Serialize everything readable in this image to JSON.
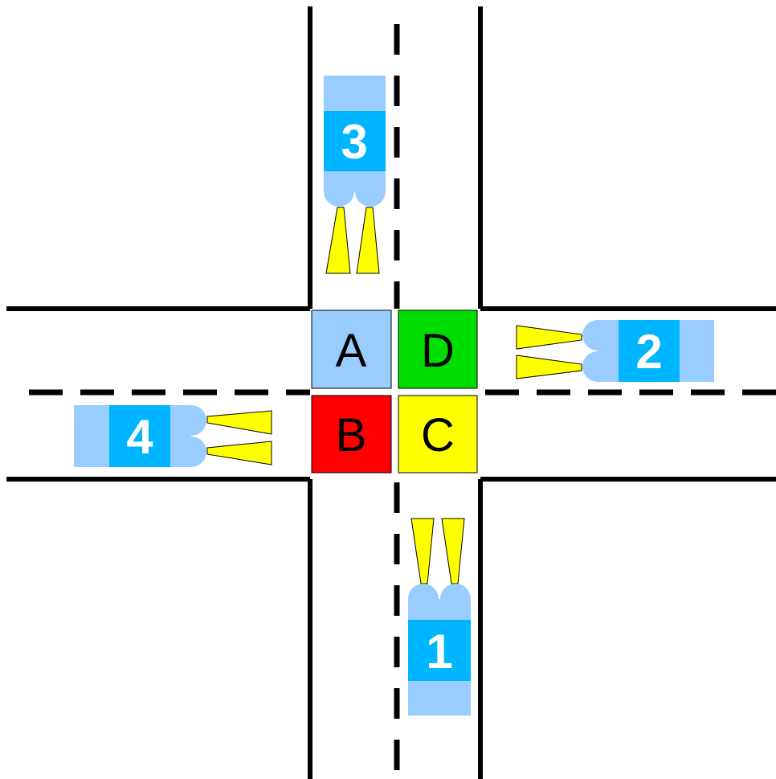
{
  "intersection": {
    "quadrants": [
      {
        "id": "A",
        "label": "A",
        "color": "#99ccff"
      },
      {
        "id": "B",
        "label": "B",
        "color": "#ff0000"
      },
      {
        "id": "C",
        "label": "C",
        "color": "#ffff00"
      },
      {
        "id": "D",
        "label": "D",
        "color": "#00dd00"
      }
    ]
  },
  "vehicles": [
    {
      "id": "1",
      "label": "1",
      "heading": "north"
    },
    {
      "id": "2",
      "label": "2",
      "heading": "west"
    },
    {
      "id": "3",
      "label": "3",
      "heading": "south"
    },
    {
      "id": "4",
      "label": "4",
      "heading": "east"
    }
  ],
  "colors": {
    "road_line": "#000000",
    "vehicle_body": "#99ccff",
    "vehicle_cabin": "#00b5ff",
    "headlight_beam": "#ffff00",
    "vehicle_text": "#ffffff"
  }
}
